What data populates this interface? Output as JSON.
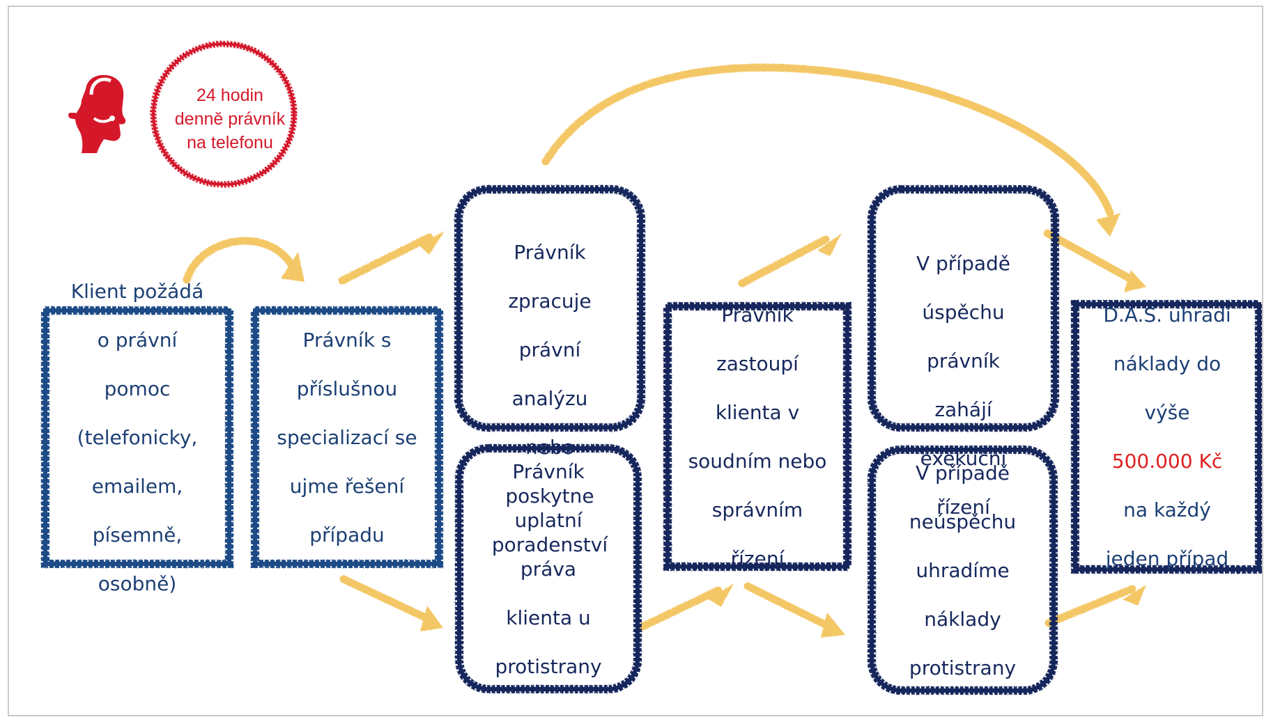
{
  "badge": {
    "lines": [
      "24 hodin",
      "denně právník",
      "na telefonu"
    ],
    "icon": "headset-operator-icon",
    "color": "#d4182a"
  },
  "steps": [
    {
      "id": "client-request",
      "lines": [
        "Klient požádá",
        "o právní",
        "pomoc",
        "(telefonicky,",
        "emailem,",
        "písemně,",
        "osobně)"
      ]
    },
    {
      "id": "specialist",
      "lines": [
        "Právník s",
        "příslušnou",
        "specializací se",
        "ujme řešení",
        "případu"
      ]
    },
    {
      "id": "analysis",
      "lines": [
        "Právník",
        "zpracuje",
        "právní",
        "analýzu",
        "nebo",
        "poskytne",
        "poradenství"
      ]
    },
    {
      "id": "claims",
      "lines": [
        "Právník",
        "uplatní",
        "práva",
        "klienta u",
        "protistrany"
      ]
    },
    {
      "id": "representation",
      "lines": [
        "Právník",
        "zastoupí",
        "klienta v",
        "soudním nebo",
        "správním",
        "řízení"
      ]
    },
    {
      "id": "success",
      "lines": [
        "V případě",
        "úspěchu",
        "právník",
        "zahájí",
        "exekuční",
        "řízení"
      ]
    },
    {
      "id": "failure",
      "lines": [
        "V případě",
        "neúspěchu",
        "uhradíme",
        "náklady",
        "protistrany"
      ]
    },
    {
      "id": "coverage",
      "lines_before": [
        "D.A.S. uhradí",
        "náklady do",
        "výše"
      ],
      "highlight": "500.000 Kč",
      "lines_after": [
        "na každý",
        "jeden případ"
      ]
    }
  ],
  "colors": {
    "rect_border": "#1e4b86",
    "rounded_border": "#16275c",
    "arrow": "#f4c766",
    "text": "#1c3f74",
    "highlight": "#e02020"
  }
}
